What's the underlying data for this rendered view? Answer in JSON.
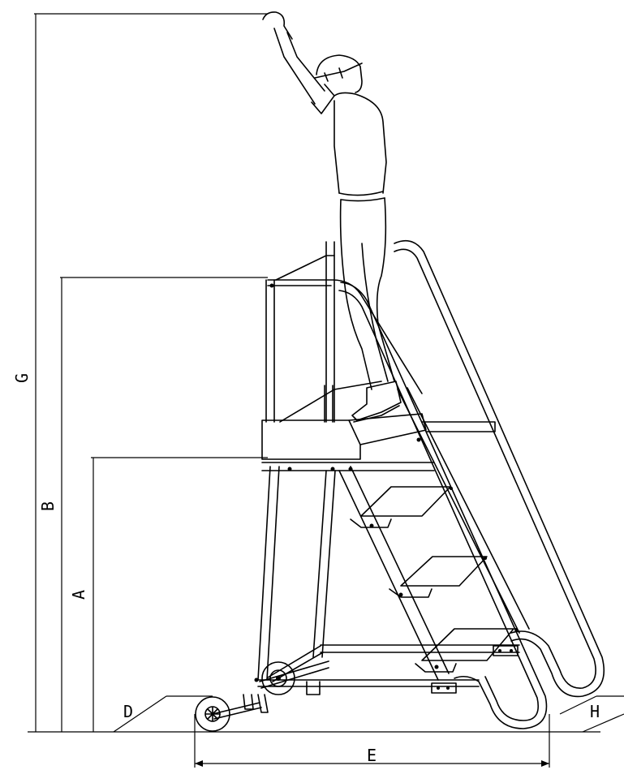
{
  "dimensions": {
    "A": "A",
    "B": "B",
    "G": "G",
    "D": "D",
    "E": "E",
    "H": "H"
  }
}
